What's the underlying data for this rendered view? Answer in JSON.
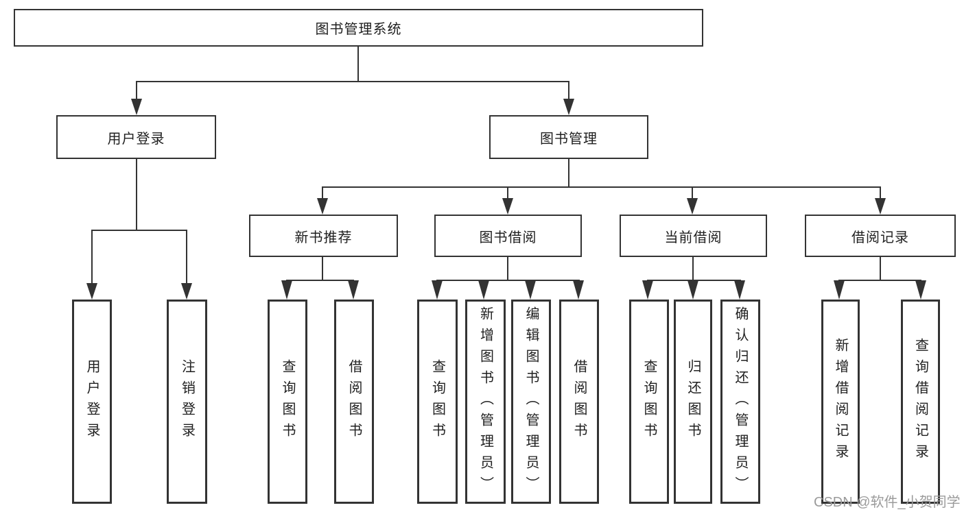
{
  "diagram": {
    "title_box": "图书管理系统",
    "level2": {
      "user_login": "用户登录",
      "book_management": "图书管理"
    },
    "level3": {
      "new_book_recommend": "新书推荐",
      "book_borrow": "图书借阅",
      "current_borrow": "当前借阅",
      "borrow_record": "借阅记录"
    },
    "leaves": {
      "user_login_leaf": "用户登录",
      "logout": "注销登录",
      "nb_query_book": "查询图书",
      "nb_borrow_book": "借阅图书",
      "bb_query_book": "查询图书",
      "bb_add_book": "新增图书（管理员）",
      "bb_edit_book": "编辑图书（管理员）",
      "bb_borrow_book": "借阅图书",
      "cb_query_book": "查询图书",
      "cb_return_book": "归还图书",
      "cb_confirm_return": "确认归还（管理员）",
      "br_add_record": "新增借阅记录",
      "br_query_record": "查询借阅记录"
    }
  },
  "watermark": "CSDN @软件_小贺同学",
  "colors": {
    "line": "#333333",
    "text": "#1f1f1f",
    "watermark": "#9b9b9b",
    "background": "#ffffff"
  }
}
